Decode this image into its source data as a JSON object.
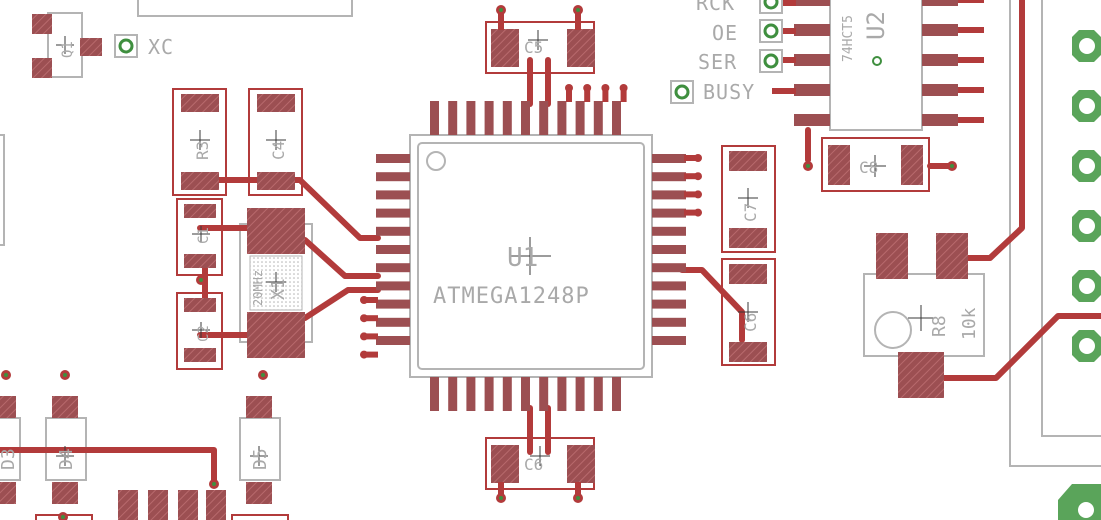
{
  "colors": {
    "background": "#ffffff",
    "silkscreen": "#a9a9a9",
    "copper": "#b23b3b",
    "copper_pad": "#9c4f52",
    "via_ring": "#3f8f3f"
  },
  "labels": {
    "u1_name": "U1",
    "u1_value": "ATMEGA1248P",
    "u2_name": "U2",
    "u2_value": "74HCT5",
    "r8_name": "R8",
    "r8_value": "10k",
    "r3_name": "R3",
    "c4_name": "C4",
    "c5_name": "C5",
    "c6_name": "C6",
    "c7_name": "C7",
    "c8_name": "C8",
    "c1_name": "C1",
    "c2_name": "C2",
    "c3_name": "C3",
    "q_name": "Q1",
    "x1_name": "X1",
    "x1_value": "20MHz",
    "d4_name": "D4",
    "d5_name": "D5",
    "d3_name": "D3",
    "net_rck": "RCK",
    "net_oe": "OE",
    "net_ser": "SER",
    "net_busy": "BUSY",
    "net_xc": "XC"
  }
}
